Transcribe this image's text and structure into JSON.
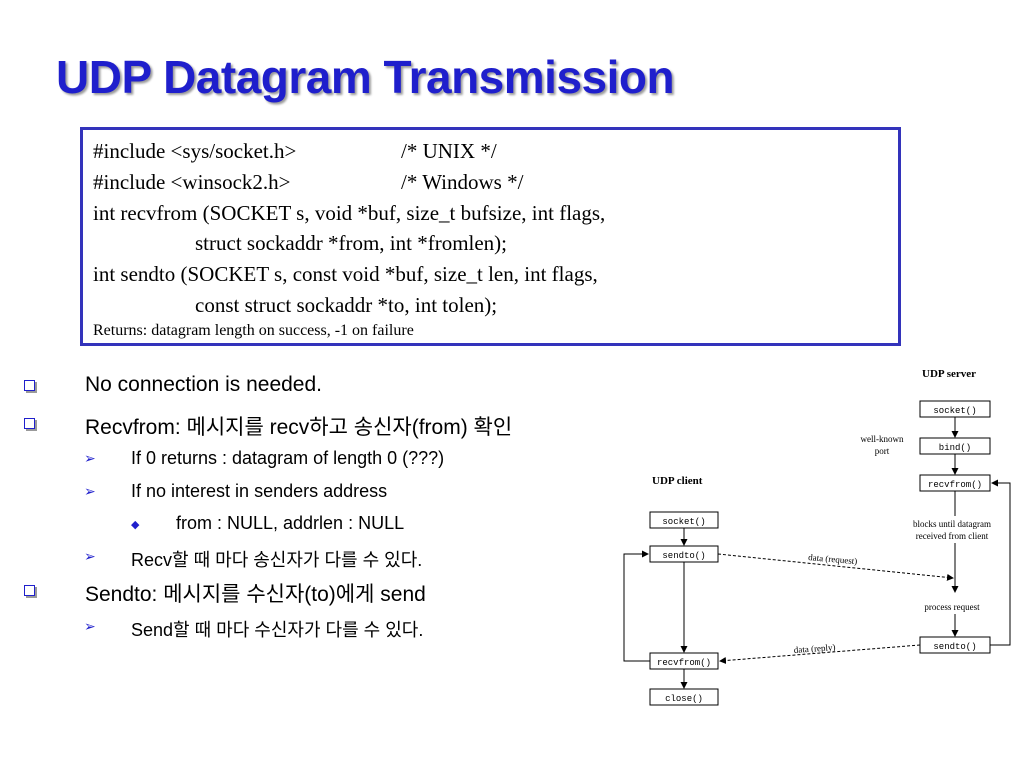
{
  "slide": {
    "title": "UDP Datagram Transmission"
  },
  "code": {
    "include1": "#include <sys/socket.h>",
    "include1_comment": "/* UNIX */",
    "include2": "#include <winsock2.h>",
    "include2_comment": "/* Windows */",
    "recvfrom_line1": "int recvfrom (SOCKET s, void *buf, size_t bufsize, int flags,",
    "recvfrom_line2": "struct sockaddr *from, int *fromlen);",
    "sendto_line1": "int sendto (SOCKET s, const void *buf, size_t len, int flags,",
    "sendto_line2": "const struct sockaddr *to, int tolen);",
    "returns": "Returns: datagram length on success, -1 on failure"
  },
  "bullets": {
    "b1": "No connection is needed.",
    "b2": "Recvfrom: 메시지를 recv하고 송신자(from) 확인",
    "b2_1": "If 0 returns : datagram of length 0 (???)",
    "b2_2": "If no interest in senders address",
    "b2_2_1": "from : NULL, addrlen : NULL",
    "b2_3": "Recv할 때 마다 송신자가 다를 수 있다.",
    "b3": "Sendto: 메시지를 수신자(to)에게 send",
    "b3_1": "Send할 때 마다 수신자가 다를 수 있다."
  },
  "diagram": {
    "server_title": "UDP server",
    "client_title": "UDP client",
    "server_socket": "socket()",
    "server_bind": "bind()",
    "server_recvfrom": "recvfrom()",
    "server_sendto": "sendto()",
    "client_socket": "socket()",
    "client_sendto": "sendto()",
    "client_recvfrom": "recvfrom()",
    "client_close": "close()",
    "wellknown_1": "well-known",
    "wellknown_2": "port",
    "blocks_1": "blocks until datagram",
    "blocks_2": "received from client",
    "process_request": "process request",
    "data_request": "data (request)",
    "data_reply": "data (reply)"
  },
  "colors": {
    "title": "#1f1fcc",
    "box_border": "#3333bb",
    "bullet_marker": "#1f1fcc"
  }
}
